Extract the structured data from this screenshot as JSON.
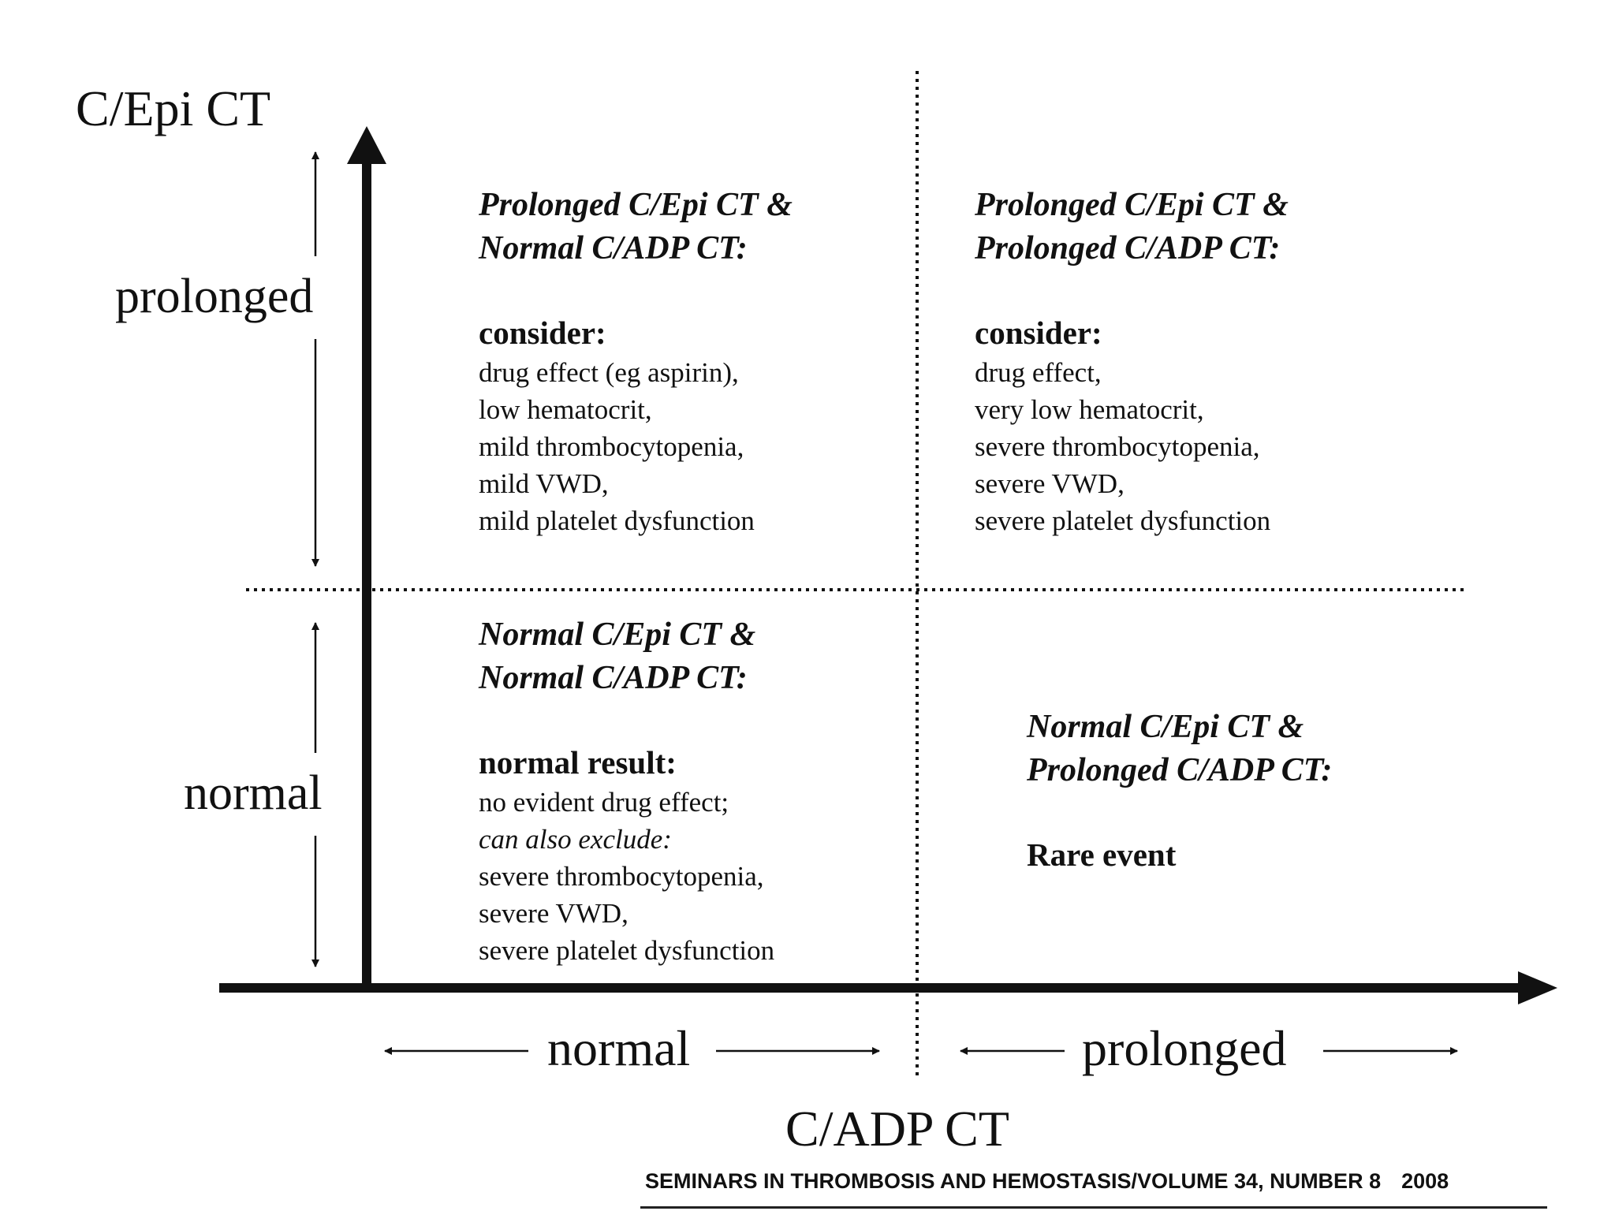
{
  "y_axis": {
    "title": "C/Epi CT",
    "upper_label": "prolonged",
    "lower_label": "normal"
  },
  "x_axis": {
    "title": "C/ADP CT",
    "left_label": "normal",
    "right_label": "prolonged"
  },
  "quadrants": {
    "top_left": {
      "heading_line1": "Prolonged C/Epi CT &",
      "heading_line2": "Normal C/ADP CT:",
      "subheading": "consider:",
      "items": [
        "drug effect (eg aspirin),",
        "low hematocrit,",
        "mild thrombocytopenia,",
        "mild VWD,",
        "mild platelet dysfunction"
      ]
    },
    "top_right": {
      "heading_line1": "Prolonged C/Epi CT &",
      "heading_line2": "Prolonged C/ADP CT:",
      "subheading": "consider:",
      "items": [
        "drug effect,",
        "very low hematocrit,",
        "severe thrombocytopenia,",
        "severe VWD,",
        "severe platelet dysfunction"
      ]
    },
    "bottom_left": {
      "heading_line1": "Normal C/Epi CT &",
      "heading_line2": "Normal C/ADP CT:",
      "subheading": "normal result:",
      "item_first": "no evident drug effect;",
      "item_italic": "can also exclude:",
      "items_rest": [
        "severe thrombocytopenia,",
        "severe VWD,",
        "severe platelet dysfunction"
      ]
    },
    "bottom_right": {
      "heading_line1": "Normal C/Epi CT &",
      "heading_line2": "Prolonged C/ADP CT:",
      "subheading": "Rare event"
    }
  },
  "footer": {
    "journal": "SEMINARS IN THROMBOSIS AND HEMOSTASIS/VOLUME 34, NUMBER 8",
    "year": "2008"
  }
}
